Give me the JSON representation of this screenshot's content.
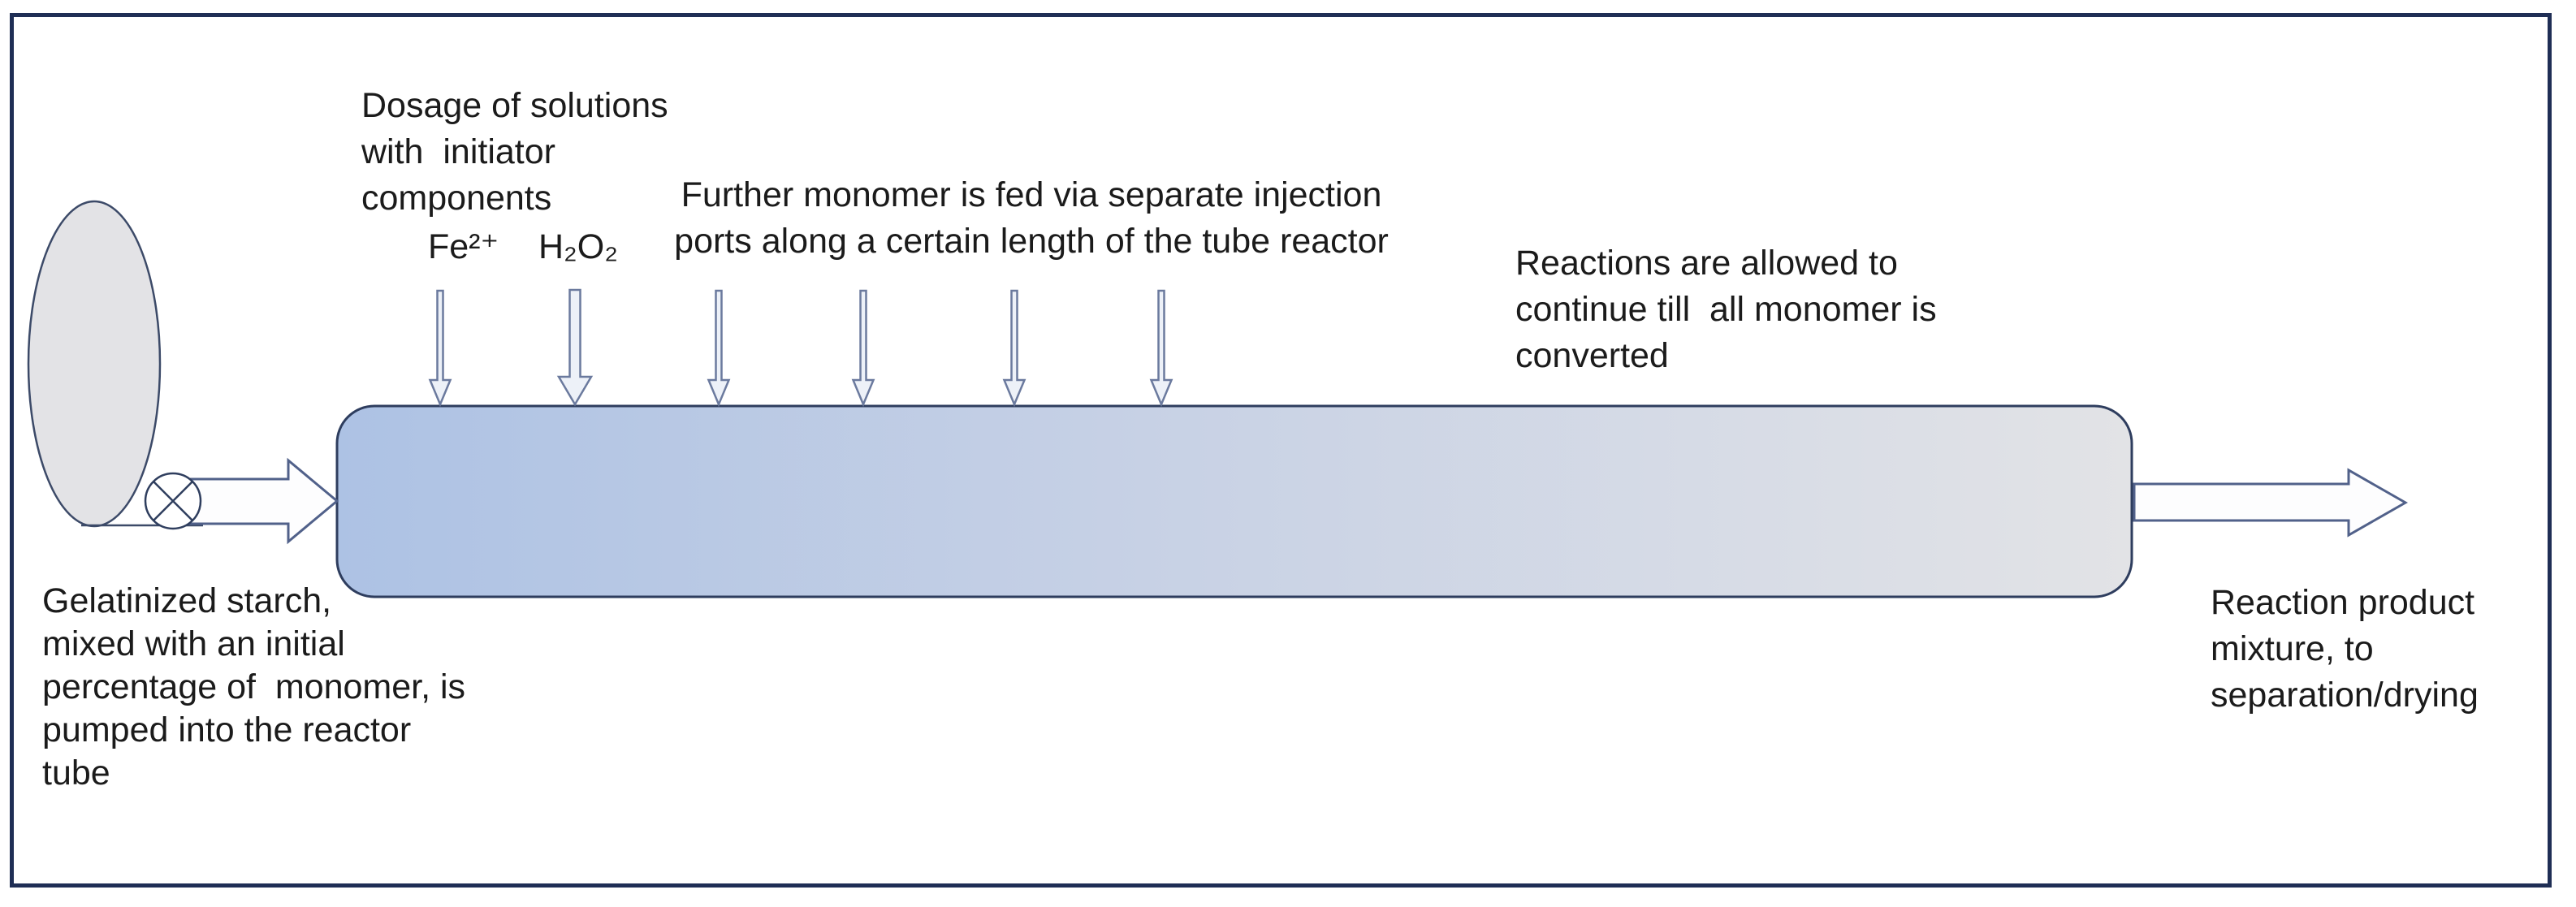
{
  "diagram": {
    "type": "process-flow-diagram",
    "subject": "tube reactor for continuous starch graft polymerization",
    "annotations": {
      "dosage": "Dosage of solutions\nwith  initiator\ncomponents",
      "fe_label": "Fe²⁺",
      "h2o2_label": "H₂O₂",
      "further_monomer": "Further monomer is fed via separate injection\nports along a certain length of the tube reactor",
      "reactions": "Reactions are allowed to\ncontinue till  all monomer is\nconverted",
      "gelatinized_starch": "Gelatinized starch,\nmixed with an initial\npercentage of  monomer, is\npumped into the reactor\ntube",
      "reaction_product": "Reaction product\nmixture, to\nseparation/drying"
    },
    "shapes": {
      "feed_vessel": "feed-vessel-ellipse",
      "pump": "pump-circle-with-cross",
      "tube_reactor": "gradient-tube-reactor",
      "inlet_arrow": "block-arrow-right",
      "outlet_arrow": "block-arrow-right",
      "injection_arrow_count": 6
    },
    "colors": {
      "frame_border": "#1f2e55",
      "vessel_fill": "#e3e3e6",
      "vessel_outline": "#3c4a68",
      "tube_left": "#adc2e4",
      "tube_mid": "#c7d1e5",
      "tube_right": "#e2e3e6",
      "tube_outline": "#2e3d5e",
      "block_arrow_fill": "#fdfdfe",
      "block_arrow_outline": "#51618a",
      "injection_arrow_fill": "#edf1f8",
      "injection_arrow_outline": "#6b7a9e",
      "pump_outline": "#2f3e5e",
      "text": "#1b1b1b"
    }
  }
}
